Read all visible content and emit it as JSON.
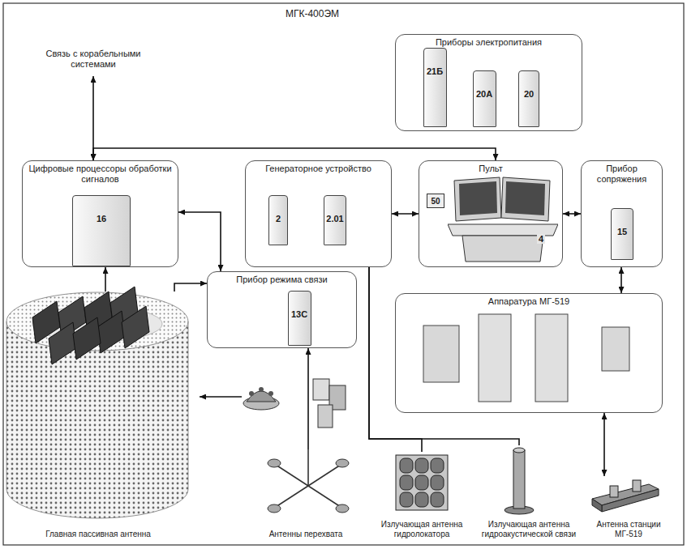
{
  "diagram": {
    "title": "МГК-400ЭМ",
    "nodes": [
      {
        "text": [
          "Приборы электропитания"
        ]
      },
      {
        "text": [
          "21Б"
        ],
        "in": 0
      },
      {
        "text": [
          "20А"
        ],
        "in": 0
      },
      {
        "text": [
          "20"
        ],
        "in": 0
      },
      {
        "text": [
          "Цифровые процессоры обработки сигналов"
        ]
      },
      {
        "text": [
          "16"
        ],
        "in": 4
      },
      {
        "text": [
          "Генераторное устройство"
        ]
      },
      {
        "text": [
          "2"
        ],
        "in": 6
      },
      {
        "text": [
          "2.01"
        ],
        "in": 6
      },
      {
        "text": [
          "Пульт"
        ]
      },
      {
        "text": [
          "50"
        ],
        "in": 9
      },
      {
        "text": [
          "4"
        ],
        "in": 9
      },
      {
        "text": [
          "Прибор сопряжения"
        ]
      },
      {
        "text": [
          "15"
        ],
        "in": 12
      },
      {
        "text": [
          "Аппаратура МГ-519"
        ]
      },
      {
        "text": [
          "Прибор режима связи"
        ]
      },
      {
        "text": [
          "13С"
        ],
        "in": 15
      },
      {
        "text": [
          "Главная пассивная антенна"
        ]
      },
      {
        "text": [
          "Антенны перехвата"
        ]
      },
      {
        "text": [
          "Излучающая антенна гидролокатора"
        ]
      },
      {
        "text": [
          "Излучающая антенна гидроакустической связи"
        ]
      },
      {
        "text": [
          "Антенна станции МГ-519"
        ]
      }
    ],
    "edges": [
      {
        "from": 4,
        "to": 9,
        "arrow": "both"
      },
      {
        "from": 4,
        "to": 15,
        "arrow": "both"
      },
      {
        "from": 6,
        "to": 9,
        "arrow": "both"
      },
      {
        "from": 9,
        "to": 12,
        "arrow": "both"
      },
      {
        "from": 12,
        "to": 14,
        "arrow": "both"
      },
      {
        "from": 14,
        "to": 21,
        "arrow": "both"
      },
      {
        "from": 17,
        "to": 4,
        "arrow": "to"
      },
      {
        "from": 17,
        "to": 15,
        "arrow": "to"
      },
      {
        "from": 18,
        "to": 15,
        "arrow": "to"
      },
      {
        "from": 6,
        "to": 19,
        "arrow": "none"
      },
      {
        "from": 6,
        "to": 20,
        "arrow": "none"
      }
    ],
    "labels": [
      "Связь с корабельными системами"
    ]
  }
}
